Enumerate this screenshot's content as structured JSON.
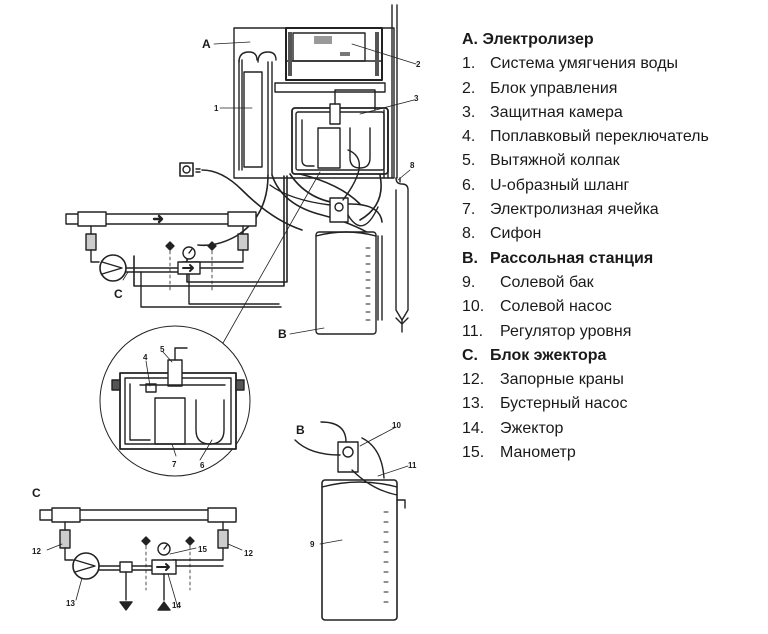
{
  "legend": {
    "sections": [
      {
        "letter": "A.",
        "title": "Электролизер",
        "items": [
          {
            "num": "1.",
            "text": "Система умягчения воды"
          },
          {
            "num": "2.",
            "text": "Блок управления"
          },
          {
            "num": "3.",
            "text": "Защитная камера"
          },
          {
            "num": "4.",
            "text": "Поплавковый переключатель"
          },
          {
            "num": "5.",
            "text": "Вытяжной колпак"
          },
          {
            "num": "6.",
            "text": "U-образный шланг"
          },
          {
            "num": "7.",
            "text": "Электролизная ячейка"
          },
          {
            "num": "8.",
            "text": "Сифон"
          }
        ]
      },
      {
        "letter": "B.",
        "title": "Рассольная станция",
        "items": [
          {
            "num": "9.",
            "text": "Солевой бак"
          },
          {
            "num": "10.",
            "text": "Солевой насос"
          },
          {
            "num": "11.",
            "text": "Регулятор уровня"
          }
        ]
      },
      {
        "letter": "C.",
        "title": "Блок эжектора",
        "items": [
          {
            "num": "12.",
            "text": "Запорные краны"
          },
          {
            "num": "13.",
            "text": "Бустерный насос"
          },
          {
            "num": "14.",
            "text": "Эжектор"
          },
          {
            "num": "15.",
            "text": "Манометр"
          }
        ]
      }
    ]
  },
  "diagram": {
    "callouts": {
      "A": "A",
      "B_main": "B",
      "C_main": "C",
      "B_detail": "B",
      "C_detail": "C",
      "n1": "1",
      "n2": "2",
      "n3": "3",
      "n4": "4",
      "n5": "5",
      "n6": "6",
      "n7": "7",
      "n8": "8",
      "n9": "9",
      "n10": "10",
      "n11": "11",
      "n12a": "12",
      "n12b": "12",
      "n13": "13",
      "n14": "14",
      "n15": "15"
    }
  }
}
